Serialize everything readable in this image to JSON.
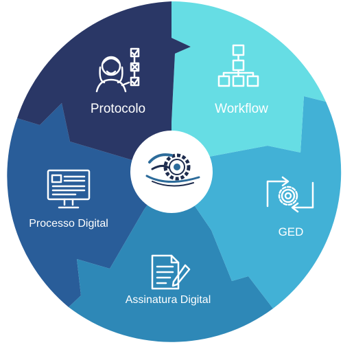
{
  "segments": [
    {
      "id": "protocolo",
      "label": "Protocolo",
      "icon": "person-checklist-icon",
      "color": "#2a3766"
    },
    {
      "id": "workflow",
      "label": "Workflow",
      "icon": "hierarchy-icon",
      "color": "#66dde4"
    },
    {
      "id": "ged",
      "label": "GED",
      "icon": "gear-cycle-icon",
      "color": "#42b1d6"
    },
    {
      "id": "assinatura",
      "label": "Assinatura Digital",
      "icon": "document-pen-icon",
      "color": "#2e88b7"
    },
    {
      "id": "processo",
      "label": "Processo Digital",
      "icon": "computer-monitor-icon",
      "color": "#295d99"
    }
  ],
  "center": {
    "icon": "gear-logo-icon"
  },
  "colors": {
    "center_bg": "#ffffff",
    "icon_stroke": "#ffffff",
    "logo_dark": "#1e2c4e",
    "logo_mid": "#2c6b9a"
  }
}
